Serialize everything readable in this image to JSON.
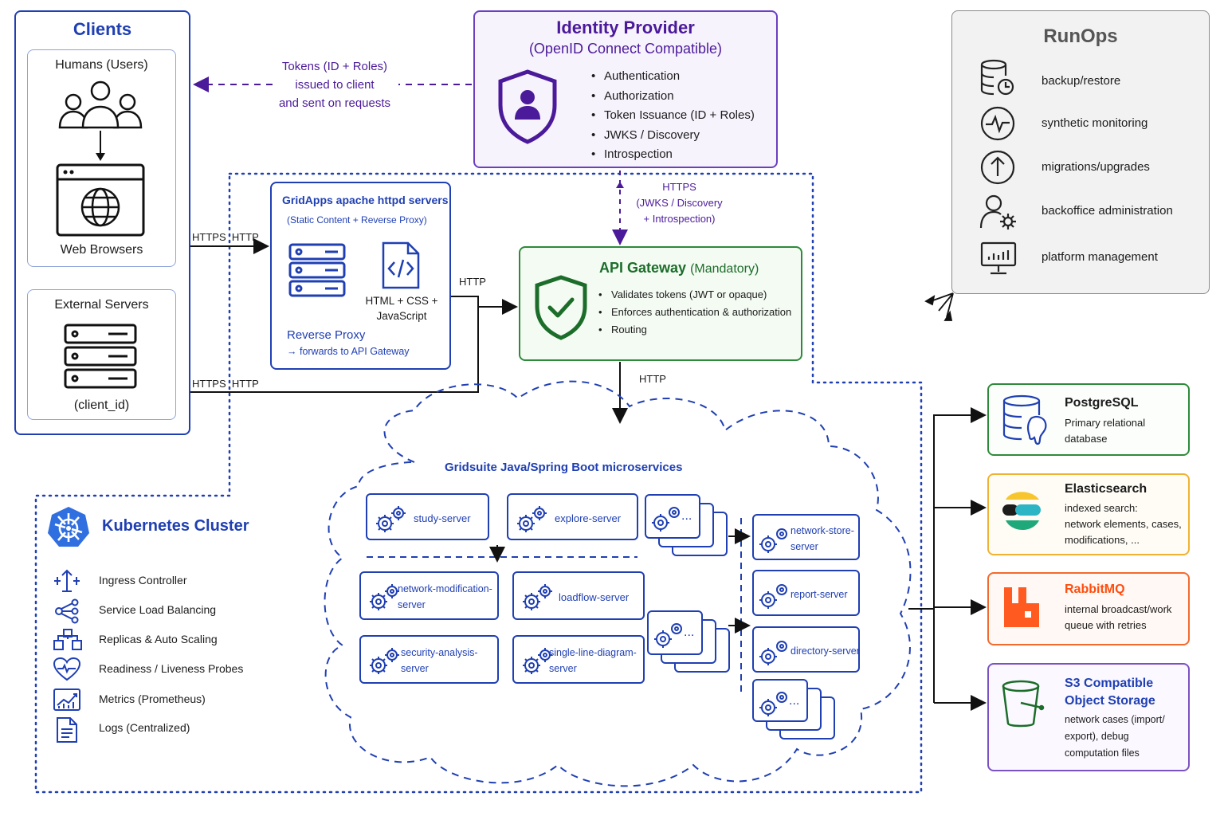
{
  "clients": {
    "title": "Clients",
    "humans": "Humans (Users)",
    "browsers": "Web Browsers",
    "external": "External Servers",
    "client_id": "(client_id)"
  },
  "edges": {
    "tokens_1": "Tokens (ID + Roles)",
    "tokens_2": "issued to client",
    "tokens_3": "and sent on requests",
    "https_http_1": "HTTPS  HTTP",
    "https_http_2": "HTTPS  HTTP",
    "http_proxy": "HTTP",
    "http_gw": "HTTP",
    "https_idp": "HTTPS",
    "https_idp_2": "(JWKS / Discovery",
    "https_idp_3": "+ Introspection)"
  },
  "idp": {
    "title": "Identity Provider",
    "subtitle": "(OpenID Connect Compatible)",
    "items": [
      "Authentication",
      "Authorization",
      "Token Issuance (ID + Roles)",
      "JWKS / Discovery",
      "Introspection"
    ]
  },
  "httpd": {
    "title": "GridApps apache httpd servers",
    "subtitle": "(Static Content + Reverse Proxy)",
    "files_1": "HTML + CSS +",
    "files_2": "JavaScript",
    "proxy_title": "Reverse Proxy",
    "proxy_sub": "→ forwards to API Gateway"
  },
  "gateway": {
    "title": "API Gateway",
    "mandatory": "(Mandatory)",
    "items": [
      "Validates tokens (JWT or opaque)",
      "Enforces authentication & authorization",
      "Routing"
    ]
  },
  "runops": {
    "title": "RunOps",
    "items": [
      "backup/restore",
      "synthetic monitoring",
      "migrations/upgrades",
      "backoffice administration",
      "platform management"
    ]
  },
  "cloud": {
    "title": "Gridsuite Java/Spring Boot microservices",
    "services": {
      "study": "study-server",
      "explore": "explore-server",
      "more_1": "...",
      "netmod_1": "network-modification-",
      "netmod_2": "server",
      "loadflow": "loadflow-server",
      "secan_1": "security-analysis-",
      "secan_2": "server",
      "sld_1": "single-line-diagram-",
      "sld_2": "server",
      "more_2": "...",
      "netstore_1": "network-store-",
      "netstore_2": "server",
      "report": "report-server",
      "directory": "directory-server",
      "more_3": "..."
    }
  },
  "k8s": {
    "title": "Kubernetes Cluster",
    "items": [
      "Ingress Controller",
      "Service Load Balancing",
      "Replicas & Auto Scaling",
      "Readiness / Liveness Probes",
      "Metrics (Prometheus)",
      "Logs (Centralized)"
    ]
  },
  "storage": {
    "postgres": {
      "title": "PostgreSQL",
      "d1": "Primary relational",
      "d2": "database"
    },
    "elastic": {
      "title": "Elasticsearch",
      "d1": "indexed search:",
      "d2": "network elements, cases,",
      "d3": "modifications, ..."
    },
    "rabbit": {
      "title": "RabbitMQ",
      "d1": "internal broadcast/work",
      "d2": "queue with retries"
    },
    "s3": {
      "title1": "S3 Compatible",
      "title2": "Object Storage",
      "d1": "network cases (import/",
      "d2": "export), debug",
      "d3": "computation files"
    }
  },
  "colors": {
    "blue": "#1f3fb3",
    "purple": "#4b1a9a",
    "green": "#1c6d2a",
    "orange": "#ff5a1f",
    "gray": "#f2f2f2"
  }
}
